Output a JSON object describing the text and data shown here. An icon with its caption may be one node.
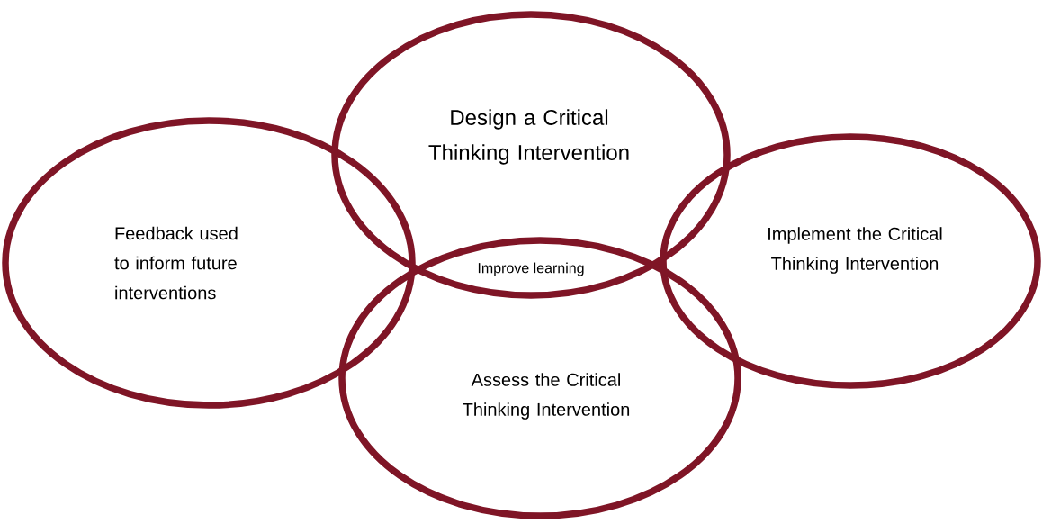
{
  "diagram": {
    "nodes": [
      {
        "text": [
          "Feedback used to inform future interventions"
        ]
      },
      {
        "text": [
          "Design a Critical Thinking Intervention"
        ]
      },
      {
        "text": [
          "Implement the Critical Thinking Intervention"
        ]
      },
      {
        "text": [
          "Assess the Critical Thinking Intervention"
        ]
      }
    ],
    "labels": [
      "Improve learning"
    ]
  }
}
